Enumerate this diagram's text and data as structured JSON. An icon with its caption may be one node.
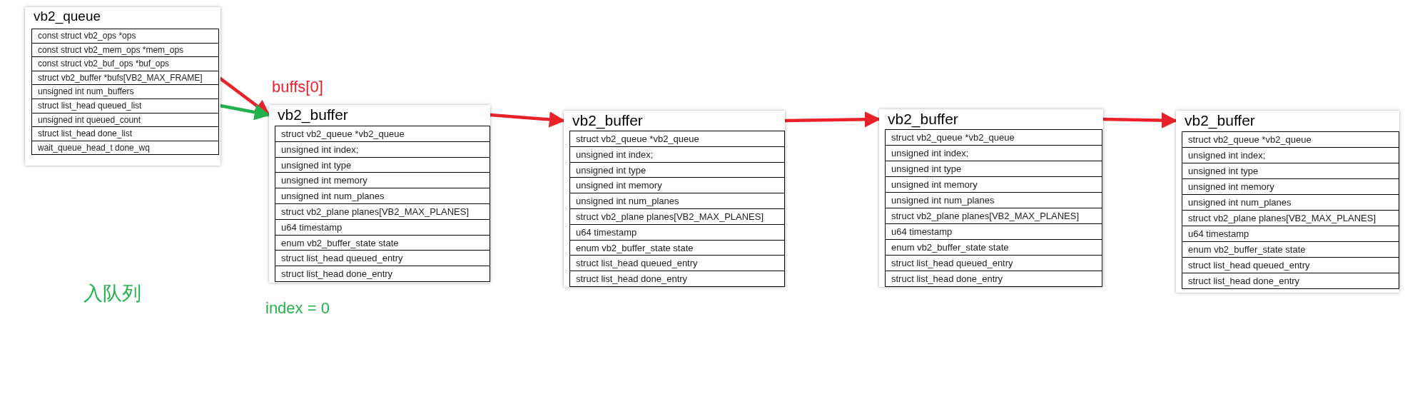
{
  "diagram": {
    "nodes": [
      {
        "text": [
          "vb2_queue"
        ]
      },
      {
        "text": [
          "const struct vb2_ops *ops"
        ],
        "in": 0
      },
      {
        "text": [
          "const struct vb2_mem_ops *mem_ops"
        ],
        "in": 0
      },
      {
        "text": [
          "const struct vb2_buf_ops *buf_ops"
        ],
        "in": 0
      },
      {
        "text": [
          "struct vb2_buffer *bufs[VB2_MAX_FRAME]"
        ],
        "in": 0
      },
      {
        "text": [
          "unsigned int num_buffers"
        ],
        "in": 0
      },
      {
        "text": [
          "struct list_head queued_list"
        ],
        "in": 0
      },
      {
        "text": [
          "unsigned int queued_count"
        ],
        "in": 0
      },
      {
        "text": [
          "struct list_head done_list"
        ],
        "in": 0
      },
      {
        "text": [
          "wait_queue_head_t done_wq"
        ],
        "in": 0
      },
      {
        "text": [
          "vb2_buffer"
        ],
        "beside": [
          "index = 0"
        ]
      },
      {
        "text": [
          "struct vb2_queue *vb2_queue"
        ],
        "in": 10
      },
      {
        "text": [
          "unsigned int index;"
        ],
        "in": 10
      },
      {
        "text": [
          "unsigned int type"
        ],
        "in": 10
      },
      {
        "text": [
          "unsigned int memory"
        ],
        "in": 10
      },
      {
        "text": [
          "unsigned int num_planes"
        ],
        "in": 10
      },
      {
        "text": [
          "struct vb2_plane planes[VB2_MAX_PLANES]"
        ],
        "in": 10
      },
      {
        "text": [
          "u64 timestamp"
        ],
        "in": 10
      },
      {
        "text": [
          "enum vb2_buffer_state state"
        ],
        "in": 10
      },
      {
        "text": [
          "struct list_head queued_entry"
        ],
        "in": 10
      },
      {
        "text": [
          "struct list_head done_entry"
        ],
        "in": 10
      },
      {
        "text": [
          "vb2_buffer"
        ]
      },
      {
        "text": [
          "struct vb2_queue *vb2_queue"
        ],
        "in": 21
      },
      {
        "text": [
          "unsigned int index;"
        ],
        "in": 21
      },
      {
        "text": [
          "unsigned int type"
        ],
        "in": 21
      },
      {
        "text": [
          "unsigned int memory"
        ],
        "in": 21
      },
      {
        "text": [
          "unsigned int num_planes"
        ],
        "in": 21
      },
      {
        "text": [
          "struct vb2_plane planes[VB2_MAX_PLANES]"
        ],
        "in": 21
      },
      {
        "text": [
          "u64 timestamp"
        ],
        "in": 21
      },
      {
        "text": [
          "enum vb2_buffer_state state"
        ],
        "in": 21
      },
      {
        "text": [
          "struct list_head queued_entry"
        ],
        "in": 21
      },
      {
        "text": [
          "struct list_head done_entry"
        ],
        "in": 21
      },
      {
        "text": [
          "vb2_buffer"
        ]
      },
      {
        "text": [
          "struct vb2_queue *vb2_queue"
        ],
        "in": 32
      },
      {
        "text": [
          "unsigned int index;"
        ],
        "in": 32
      },
      {
        "text": [
          "unsigned int type"
        ],
        "in": 32
      },
      {
        "text": [
          "unsigned int memory"
        ],
        "in": 32
      },
      {
        "text": [
          "unsigned int num_planes"
        ],
        "in": 32
      },
      {
        "text": [
          "struct vb2_plane planes[VB2_MAX_PLANES]"
        ],
        "in": 32
      },
      {
        "text": [
          "u64 timestamp"
        ],
        "in": 32
      },
      {
        "text": [
          "enum vb2_buffer_state state"
        ],
        "in": 32
      },
      {
        "text": [
          "struct list_head queued_entry"
        ],
        "in": 32
      },
      {
        "text": [
          "struct list_head done_entry"
        ],
        "in": 32
      },
      {
        "text": [
          "vb2_buffer"
        ]
      },
      {
        "text": [
          "struct vb2_queue *vb2_queue"
        ],
        "in": 43
      },
      {
        "text": [
          "unsigned int index;"
        ],
        "in": 43
      },
      {
        "text": [
          "unsigned int type"
        ],
        "in": 43
      },
      {
        "text": [
          "unsigned int memory"
        ],
        "in": 43
      },
      {
        "text": [
          "unsigned int num_planes"
        ],
        "in": 43
      },
      {
        "text": [
          "struct vb2_plane planes[VB2_MAX_PLANES]"
        ],
        "in": 43
      },
      {
        "text": [
          "u64 timestamp"
        ],
        "in": 43
      },
      {
        "text": [
          "enum vb2_buffer_state state"
        ],
        "in": 43
      },
      {
        "text": [
          "struct list_head queued_entry"
        ],
        "in": 43
      },
      {
        "text": [
          "struct list_head done_entry"
        ],
        "in": 43
      }
    ],
    "edges": [
      {
        "from": 4,
        "to": 10,
        "arrow": "to",
        "label": "buffs[0]"
      },
      {
        "from": 6,
        "to": 10,
        "arrow": "to",
        "color": "#22b14c"
      },
      {
        "from": 10,
        "to": 21,
        "arrow": "to"
      },
      {
        "from": 21,
        "to": 32,
        "arrow": "to"
      },
      {
        "from": 32,
        "to": 43,
        "arrow": "to"
      }
    ],
    "labels": [
      "入队列"
    ]
  }
}
